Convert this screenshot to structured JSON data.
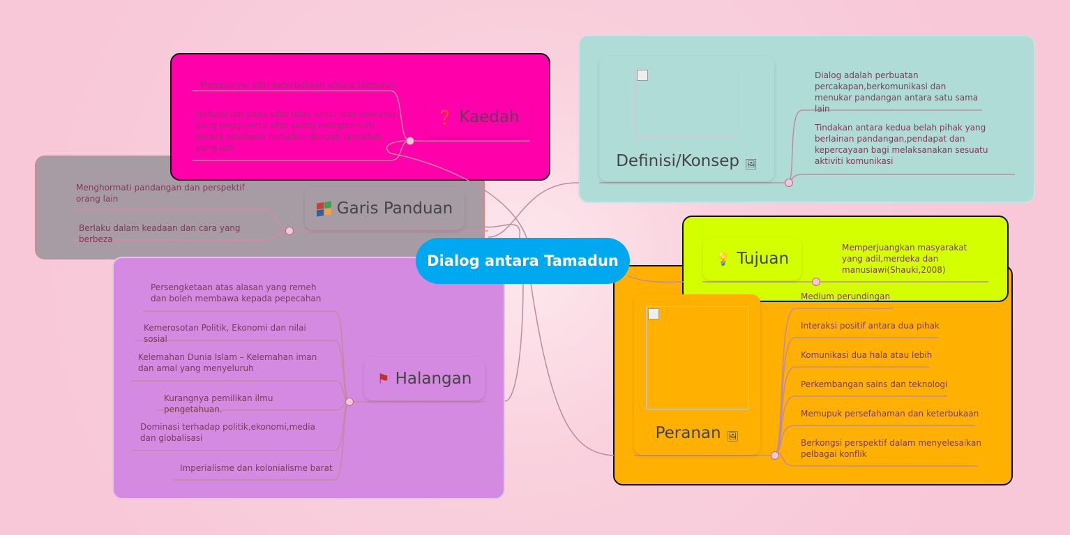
{
  "central": {
    "label": "Dialog antara Tamadun"
  },
  "kaedah": {
    "label": "Kaedah",
    "icon": "question-icon",
    "leaves": [
      "Mempunyai sifat keterbukaan antara tamadun",
      "Terhasil daripada sifat tolak ansur dan toleransi yang tinggi serta sifat saling menghormati antara sesebuah tamadun dengan tamadun yang lain"
    ]
  },
  "garis": {
    "label": "Garis Panduan",
    "icon": "windows-flag-icon",
    "leaves": [
      "Menghormati pandangan dan perspektif orang lain",
      "Berlaku dalam keadaan dan cara yang berbeza"
    ]
  },
  "halangan": {
    "label": "Halangan",
    "icon": "flag-icon",
    "leaves": [
      "Persengketaan atas alasan yang remeh dan boleh membawa kepada pepecahan",
      "Kemerosotan Politik, Ekonomi dan nilai sosial",
      "Kelemahan Dunia Islam – Kelemahan iman dan amal yang menyeluruh",
      "Kurangnya pemilikan ilmu pengetahuan.",
      "Dominasi terhadap politik,ekonomi,media dan globalisasi",
      "Imperialisme dan kolonialisme barat"
    ]
  },
  "definisi": {
    "label": "Definisi/Konsep",
    "leaves": [
      "Dialog adalah perbuatan percakapan,berkomunikasi dan menukar pandangan antara satu sama lain",
      "Tindakan antara kedua belah pihak yang berlainan pandangan,pendapat dan kepercayaan bagi melaksanakan  sesuatu aktiviti komunikasi"
    ]
  },
  "tujuan": {
    "label": "Tujuan",
    "icon": "lightbulb-icon",
    "leaves": [
      "Memperjuangkan masyarakat yang adil,merdeka dan manusiawi(Shauki,2008)"
    ]
  },
  "peranan": {
    "label": "Peranan",
    "leaves": [
      "Medium perundingan",
      "Interaksi positif antara dua pihak",
      "Komunikasi dua hala atau lebih",
      "Perkembangan sains dan teknologi",
      "Memupuk persefahaman dan keterbukaan",
      "Berkongsi perspektif dalam menyelesaikan pelbagai konflik"
    ]
  },
  "colors": {
    "kaedah": "#ff00aa",
    "garis": "#a89ca4",
    "halangan": "#d48ae0",
    "definisi": "#b0dcd8",
    "tujuan": "#d4ff00",
    "peranan": "#ffb000",
    "central": "#00a8f0"
  }
}
